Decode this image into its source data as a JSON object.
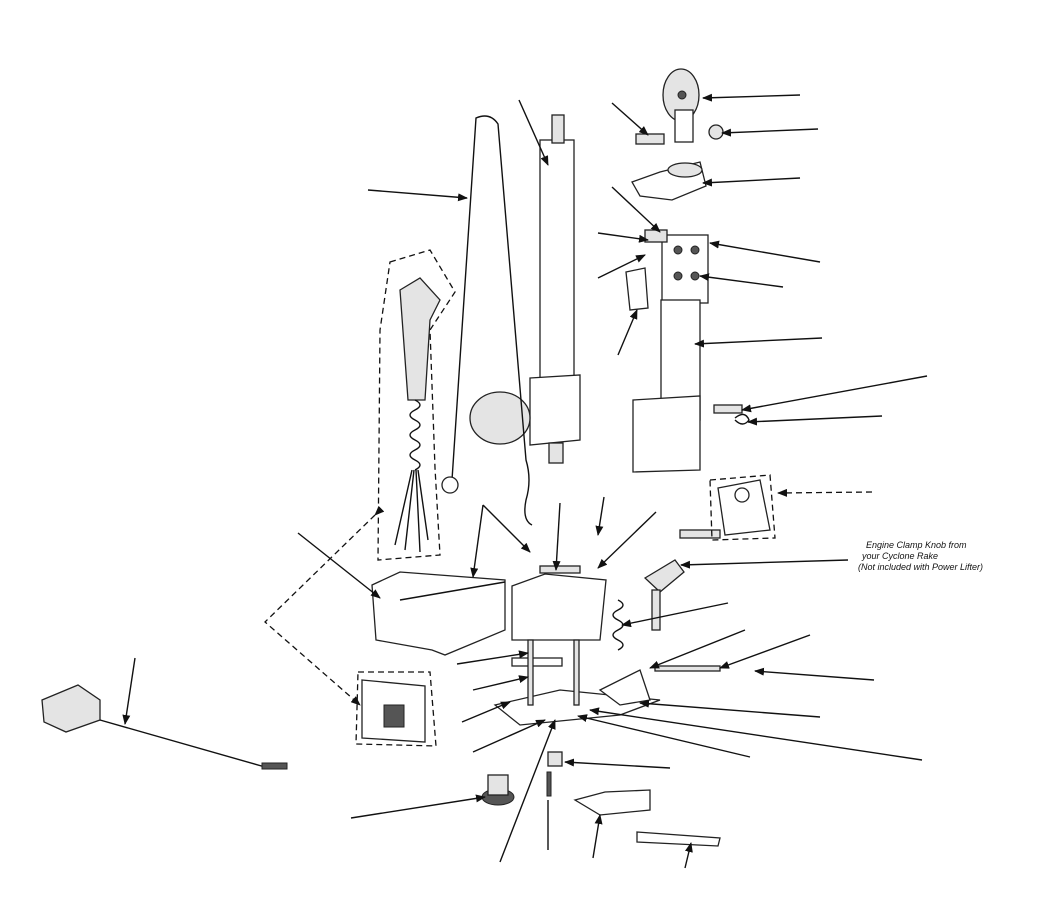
{
  "diagram": {
    "callout": {
      "line1": "Engine Clamp Knob from",
      "line2": "your Cyclone Rake",
      "line3": "(Not included with Power Lifter)"
    }
  }
}
